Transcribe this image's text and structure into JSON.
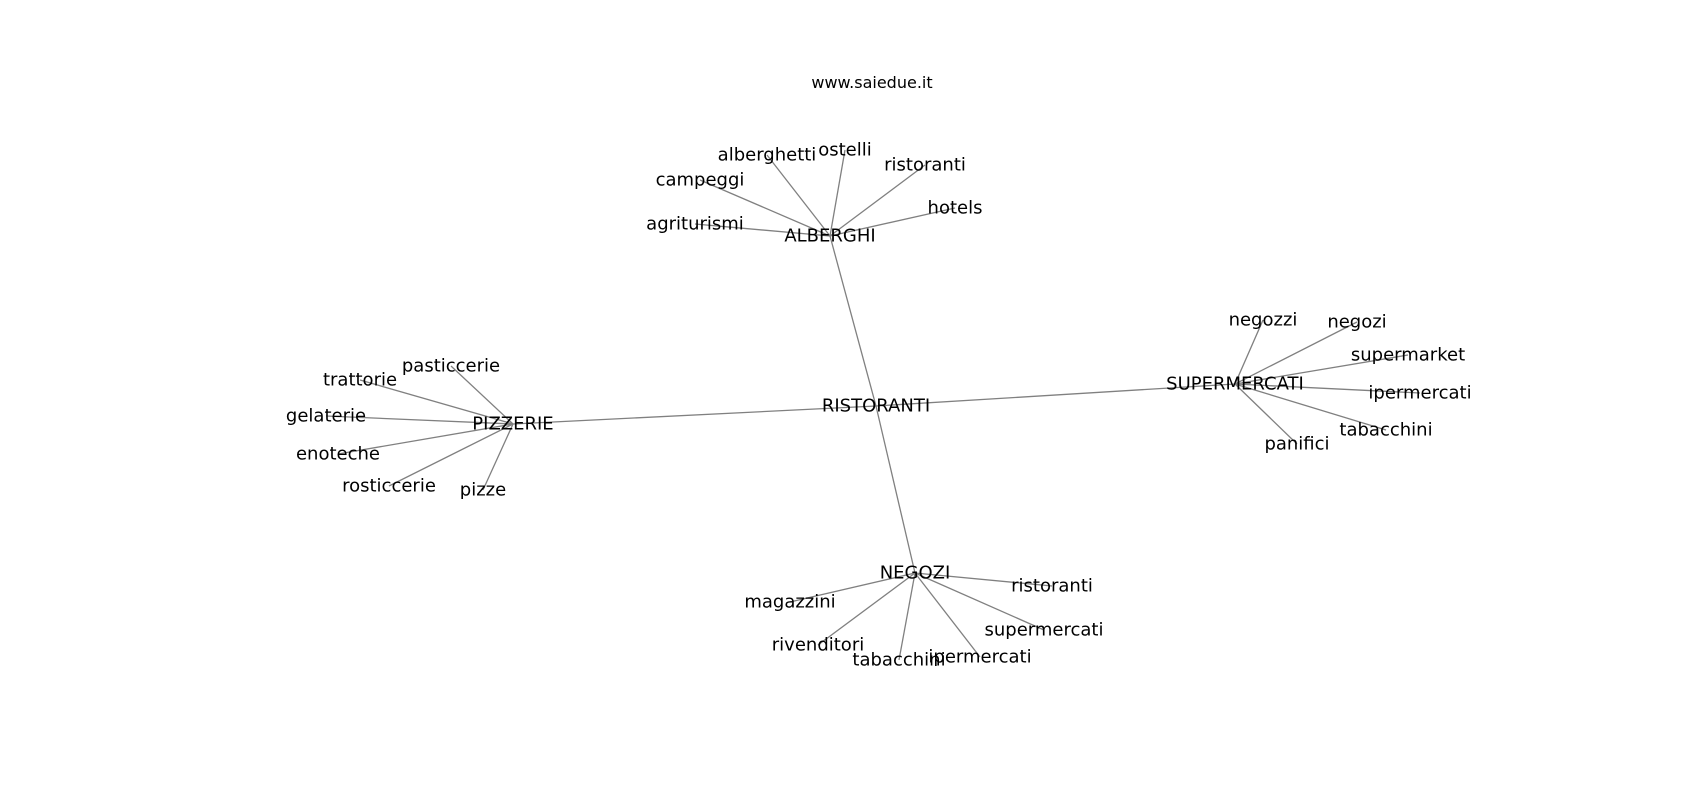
{
  "title": "www.saiedue.it",
  "colors": {
    "edge": "#808080",
    "text": "#000000",
    "background": "#ffffff"
  },
  "root": "RISTORANTI",
  "groups": [
    {
      "hub": "ALBERGHI",
      "leaves": [
        "alberghetti",
        "ostelli",
        "ristoranti",
        "campeggi",
        "hotels",
        "agriturismi"
      ]
    },
    {
      "hub": "PIZZERIE",
      "leaves": [
        "pasticcerie",
        "trattorie",
        "gelaterie",
        "enoteche",
        "rosticcerie",
        "pizze"
      ]
    },
    {
      "hub": "SUPERMERCATI",
      "leaves": [
        "negozzi",
        "negozi",
        "supermarket",
        "ipermercati",
        "tabacchini",
        "panifici"
      ]
    },
    {
      "hub": "NEGOZI",
      "leaves": [
        "ristoranti",
        "magazzini",
        "supermercati",
        "rivenditori",
        "tabacchini",
        "ipermercati"
      ]
    }
  ]
}
